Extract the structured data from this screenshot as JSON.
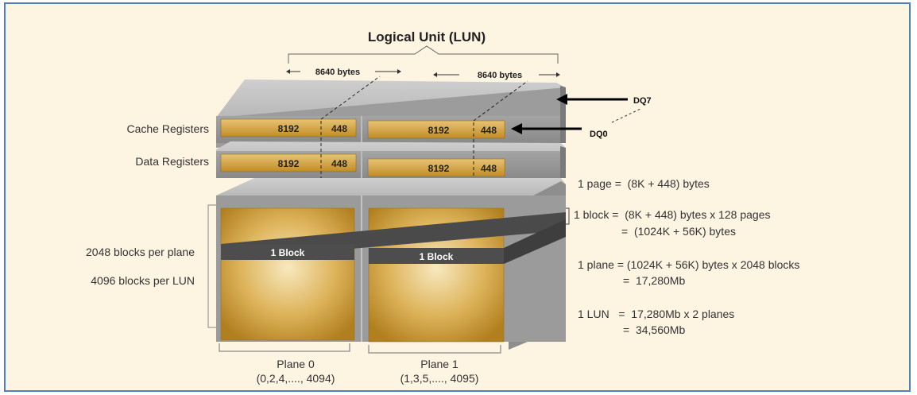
{
  "title": "Logical Unit (LUN)",
  "widths": {
    "left": "8640 bytes",
    "right": "8640 bytes"
  },
  "pins": {
    "dq7": "DQ7",
    "dq0": "DQ0"
  },
  "register_labels": {
    "cache": "Cache Registers",
    "data": "Data Registers"
  },
  "register_cells": {
    "cache_left_main": "8192",
    "cache_left_spare": "448",
    "cache_right_main": "8192",
    "cache_right_spare": "448",
    "data_left_main": "8192",
    "data_left_spare": "448",
    "data_right_main": "8192",
    "data_right_spare": "448"
  },
  "block_labels": {
    "left": "1 Block",
    "right": "1 Block"
  },
  "left_labels": {
    "per_plane": "2048 blocks per plane",
    "per_lun": "4096 blocks per LUN"
  },
  "planes": [
    {
      "name": "Plane 0",
      "blocks": "(0,2,4,...., 4094)"
    },
    {
      "name": "Plane 1",
      "blocks": "(1,3,5,...., 4095)"
    }
  ],
  "equations": {
    "page": "1 page =  (8K + 448) bytes",
    "block_1": "1 block =  (8K + 448) bytes x 128 pages",
    "block_2": "=  (1024K + 56K) bytes",
    "plane_1": "1 plane = (1024K + 56K) bytes x 2048 blocks",
    "plane_2": "=  17,280Mb",
    "lun_1": "1 LUN   =  17,280Mb x 2 planes",
    "lun_2": "=  34,560Mb"
  },
  "colors": {
    "frame_border": "#4f81bd",
    "background": "#fdf4e2",
    "gold": "#c9962c",
    "gold_light": "#f7e6b6",
    "slab_top": "#b7b7b7",
    "slab_side": "#8f8f8f",
    "block_band": "#4a4a4a"
  }
}
